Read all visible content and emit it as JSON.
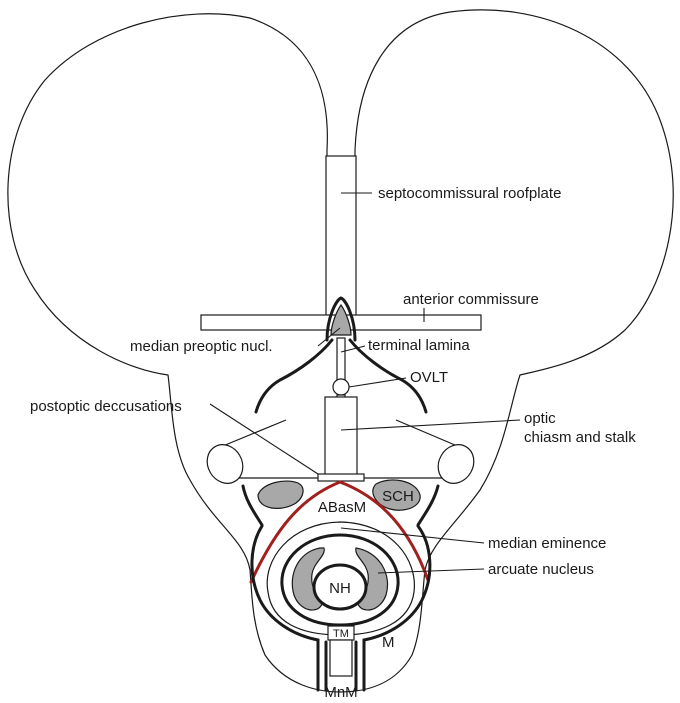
{
  "labels": {
    "septocommissural_roofplate": "septocommissural roofplate",
    "anterior_commissure": "anterior commissure",
    "median_preoptic_nucl": "median preoptic nucl.",
    "terminal_lamina": "terminal lamina",
    "ovlt": "OVLT",
    "postoptic_decussations": "postoptic deccusations",
    "optic_line1": "optic",
    "optic_line2": "chiasm and stalk",
    "abasm": "ABasM",
    "sch": "SCH",
    "median_eminence": "median eminence",
    "arcuate_nucleus": "arcuate nucleus",
    "nh": "NH",
    "tm": "TM",
    "m": "M",
    "mnm": "MnM"
  },
  "colors": {
    "outline": "#1a1a1a",
    "fill_gray": "#a8a8a8",
    "boundary_red": "#a0201e",
    "background": "#ffffff"
  }
}
